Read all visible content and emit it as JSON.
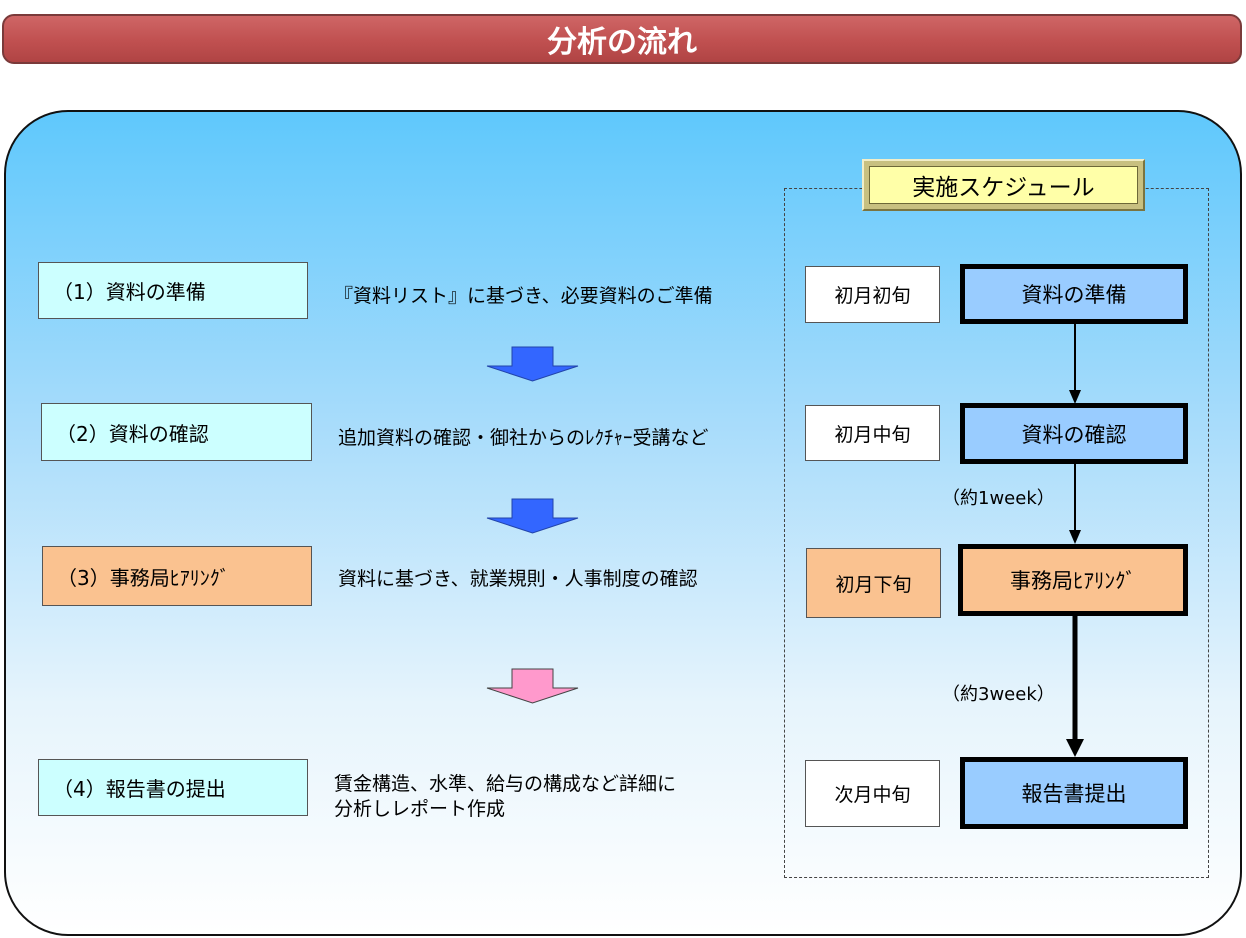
{
  "title": "分析の流れ",
  "schedule_label": "実施スケジュール",
  "steps": [
    {
      "label": "（1）資料の準備",
      "desc": [
        "『資料リスト』に基づき、必要資料のご準備"
      ]
    },
    {
      "label": "（2）資料の確認",
      "desc": [
        "追加資料の確認・御社からのﾚｸﾁｬｰ受講など"
      ]
    },
    {
      "label": "（3）事務局ﾋｱﾘﾝｸﾞ",
      "desc": [
        "資料に基づき、就業規則・人事制度の確認"
      ]
    },
    {
      "label": "（4）報告書の提出",
      "desc": [
        "賃金構造、水準、給与の構成など詳細に",
        "分析しレポート作成"
      ]
    }
  ],
  "timeline": [
    {
      "timing": "初月初旬",
      "task": "資料の準備"
    },
    {
      "timing": "初月中旬",
      "task": "資料の確認"
    },
    {
      "timing": "初月下旬",
      "task": "事務局ﾋｱﾘﾝｸﾞ"
    },
    {
      "timing": "次月中旬",
      "task": "報告書提出"
    }
  ],
  "durations": [
    "（約1week）",
    "（約3week）"
  ],
  "colors": {
    "title_bar": "#c05050",
    "step_default": "#ccffff",
    "step_highlight": "#fac290",
    "task_default": "#99ccff",
    "arrow_blue": "#3366ff",
    "arrow_pink": "#ff99cc"
  }
}
